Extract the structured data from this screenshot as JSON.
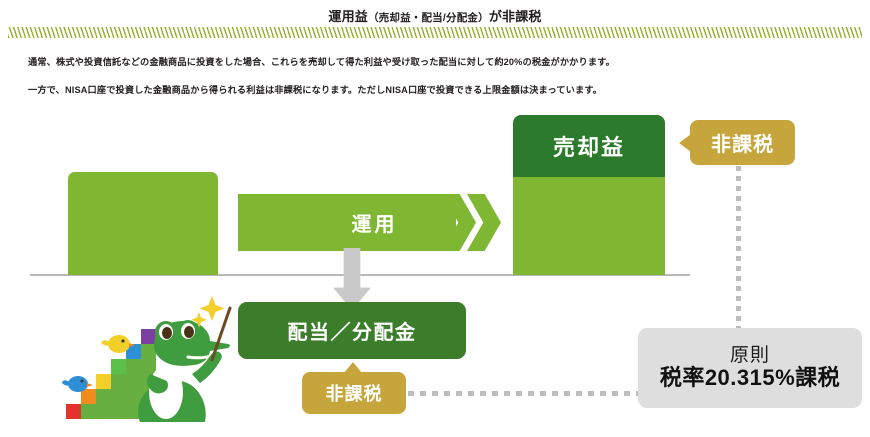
{
  "header": {
    "title_main": "運用益",
    "title_paren": "（売却益・配当/分配金）",
    "title_tail": "が非課税",
    "band_icon": "diagonal-hatch-divider"
  },
  "body": {
    "paragraph_1": "通常、株式や投資信託などの金融商品に投資をした場合、これらを売却して得た利益や受け取った配当に対して約20%の税金がかかります。",
    "paragraph_2": "一方で、NISA口座で投資した金融商品から得られる利益は非課税になります。ただしNISA口座で投資できる上限金額は決まっています。"
  },
  "diagram": {
    "flow_label": "運用",
    "gain_label": "売却益",
    "dividend_label": "配当／分配金",
    "callout_gain": "非課税",
    "callout_dividend": "非課税",
    "tax_box_line1": "原則",
    "tax_box_line2": "税率20.315%課税",
    "icons": {
      "flow_arrow": "right-arrow-icon",
      "chevron_1": "chevron-right-icon",
      "chevron_2": "chevron-right-icon",
      "down_arrow": "arrow-down-icon",
      "mascot": "crocodile-mascot-icon",
      "sparkle": "sparkle-icon",
      "pointer": "pointer-stick-icon",
      "bird_yellow": "bird-icon",
      "bird_blue": "bird-icon",
      "dotted_vertical": "dotted-connector-icon",
      "dotted_horizontal": "dotted-connector-icon",
      "baseline": "baseline-rule-icon"
    }
  },
  "colors": {
    "light_green": "#7fb733",
    "dark_green": "#2c7a2c",
    "box_green": "#3b7d2b",
    "gold": "#c6a63c",
    "grey_box": "#dededf",
    "grey_arrow": "#c9c9c9",
    "hatch_olive": "#9aae2e",
    "text_dark": "#231f20"
  }
}
